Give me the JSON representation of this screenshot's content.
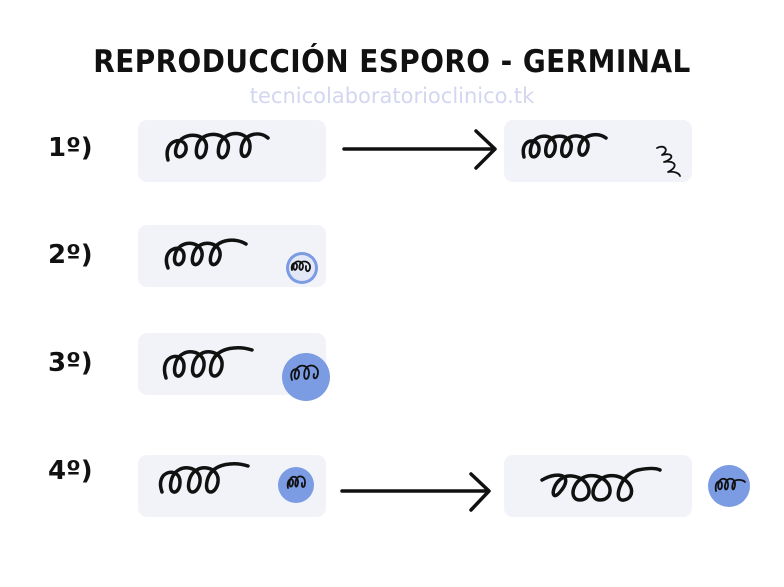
{
  "title": "REPRODUCCIÓN ESPORO - GERMINAL",
  "watermark": "tecnicolaboratorioclinico.tk",
  "steps": [
    {
      "label": "1º)"
    },
    {
      "label": "2º)"
    },
    {
      "label": "3º)"
    },
    {
      "label": "4º)"
    }
  ],
  "colors": {
    "box": "#f1f3f8",
    "spore": "#7b9be3",
    "ink": "#111111",
    "watermark": "#d3d6f0"
  }
}
